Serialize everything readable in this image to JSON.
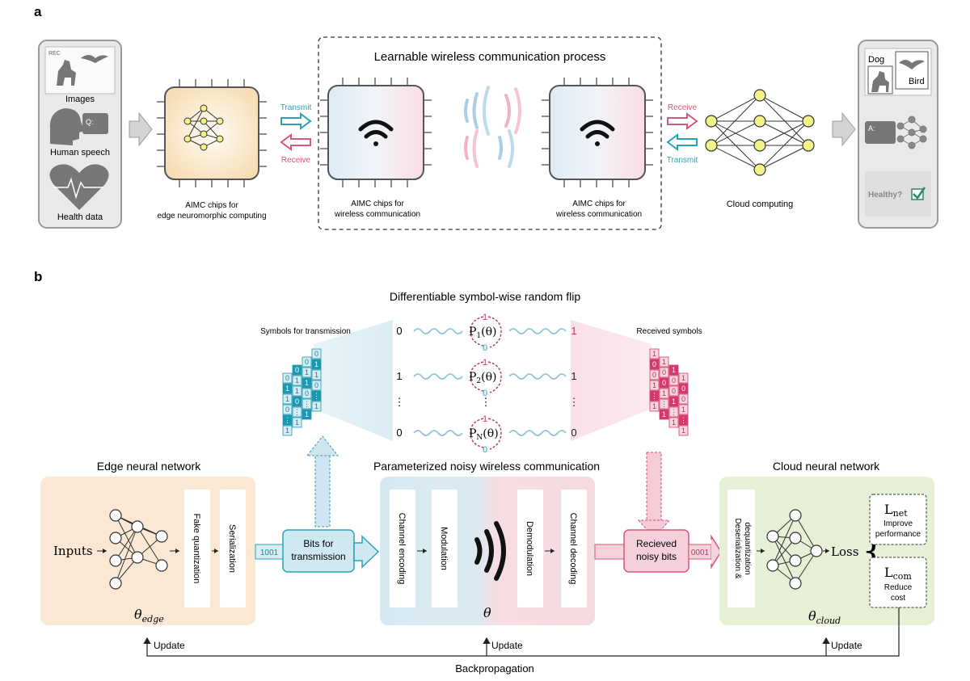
{
  "panel_a": {
    "label": "a",
    "inputs": {
      "rec": "REC",
      "images": "Images",
      "speech": "Human speech",
      "speech_icon": "Q:",
      "health": "Health data"
    },
    "edge_chip_caption_1": "AIMC chips for",
    "edge_chip_caption_2": "edge neuromorphic computing",
    "transmit": "Transmit",
    "receive": "Receive",
    "process_title": "Learnable wireless communication process",
    "wireless_chip_caption_1": "AIMC chips for",
    "wireless_chip_caption_2": "wireless communication",
    "cloud_caption": "Cloud computing",
    "outputs": {
      "dog": "Dog",
      "bird": "Bird",
      "answer_icon": "A:",
      "healthy": "Healthy?"
    }
  },
  "panel_b": {
    "label": "b",
    "flip_title": "Differentiable symbol-wise random flip",
    "symbols_tx": "Symbols for transmission",
    "symbols_rx": "Received symbols",
    "flip_rows": [
      {
        "left": "0",
        "right": "1",
        "prob": "P",
        "sub": "1",
        "arg": "(θ)",
        "top": "1",
        "bottom": "0"
      },
      {
        "left": "1",
        "right": "1",
        "prob": "P",
        "sub": "2",
        "arg": "(θ)",
        "top": "1",
        "bottom": "0"
      },
      {
        "left": "⋮",
        "right": "⋮",
        "prob": "",
        "sub": "",
        "arg": "",
        "top": "",
        "bottom": "⋮"
      },
      {
        "left": "0",
        "right": "0",
        "prob": "P",
        "sub": "N",
        "arg": "(θ)",
        "top": "1",
        "bottom": "0"
      }
    ],
    "tx_bits": [
      "0",
      "1",
      "1",
      "0",
      "⋮",
      "1"
    ],
    "rx_bits": [
      "1",
      "0",
      "0",
      "1",
      "⋮",
      "1"
    ],
    "edge": {
      "title": "Edge neural network",
      "inputs": "Inputs",
      "fake_quant": "Fake quantization",
      "serialization": "Serialization",
      "theta": "θ",
      "theta_sub": "edge"
    },
    "bits_tx": {
      "line1": "Bits for",
      "line2": "transmission",
      "code": "1001"
    },
    "channel": {
      "title": "Parameterized noisy wireless communication",
      "encoding": "Channel encoding",
      "modulation": "Modulation",
      "demodulation": "Demodulation",
      "decoding": "Channel decoding",
      "theta": "θ"
    },
    "bits_rx": {
      "line1": "Recieved",
      "line2": "noisy bits",
      "code": "0001"
    },
    "cloud": {
      "title": "Cloud neural network",
      "deser_1": "Deserialization &",
      "deser_2": "dequantization",
      "loss": "Loss",
      "lnet": "L",
      "lnet_sub": "net",
      "lnet_desc_1": "Improve",
      "lnet_desc_2": "performance",
      "lcom": "L",
      "lcom_sub": "com",
      "lcom_desc_1": "Reduce",
      "lcom_desc_2": "cost",
      "theta": "θ",
      "theta_sub": "cloud"
    },
    "update": "Update",
    "backprop": "Backpropagation"
  },
  "colors": {
    "teal": "#2aa3b8",
    "pink": "#d8567a",
    "edge_bg": "#fbe9d6",
    "cloud_bg": "#e5f1d6",
    "chan_blue": "#d8eaf3",
    "chan_pink": "#f7dde2",
    "node": "#f1f28a"
  }
}
